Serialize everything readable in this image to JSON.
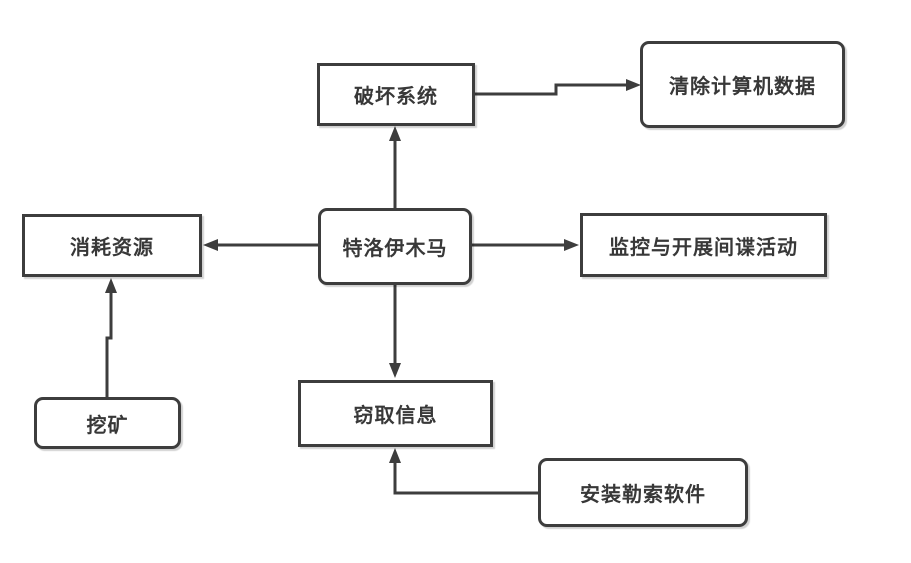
{
  "diagram": {
    "background": "#ffffff",
    "stroke_color": "#3d3d3d",
    "text_color": "#383838",
    "nodes": {
      "trojan": {
        "label": "特洛伊木马",
        "shape": "rounded"
      },
      "destroy_system": {
        "label": "破坏系统",
        "shape": "square"
      },
      "clear_data": {
        "label": "清除计算机数据",
        "shape": "rounded"
      },
      "consume_resources": {
        "label": "消耗资源",
        "shape": "square"
      },
      "espionage": {
        "label": "监控与开展间谍活动",
        "shape": "square"
      },
      "mining": {
        "label": "挖矿",
        "shape": "rounded"
      },
      "steal_info": {
        "label": "窃取信息",
        "shape": "square"
      },
      "ransomware": {
        "label": "安装勒索软件",
        "shape": "rounded"
      }
    },
    "edges": [
      {
        "from": "特洛伊木马",
        "to": "破坏系统"
      },
      {
        "from": "破坏系统",
        "to": "清除计算机数据"
      },
      {
        "from": "特洛伊木马",
        "to": "消耗资源"
      },
      {
        "from": "特洛伊木马",
        "to": "监控与开展间谍活动"
      },
      {
        "from": "特洛伊木马",
        "to": "窃取信息"
      },
      {
        "from": "挖矿",
        "to": "消耗资源"
      },
      {
        "from": "安装勒索软件",
        "to": "窃取信息"
      }
    ]
  }
}
